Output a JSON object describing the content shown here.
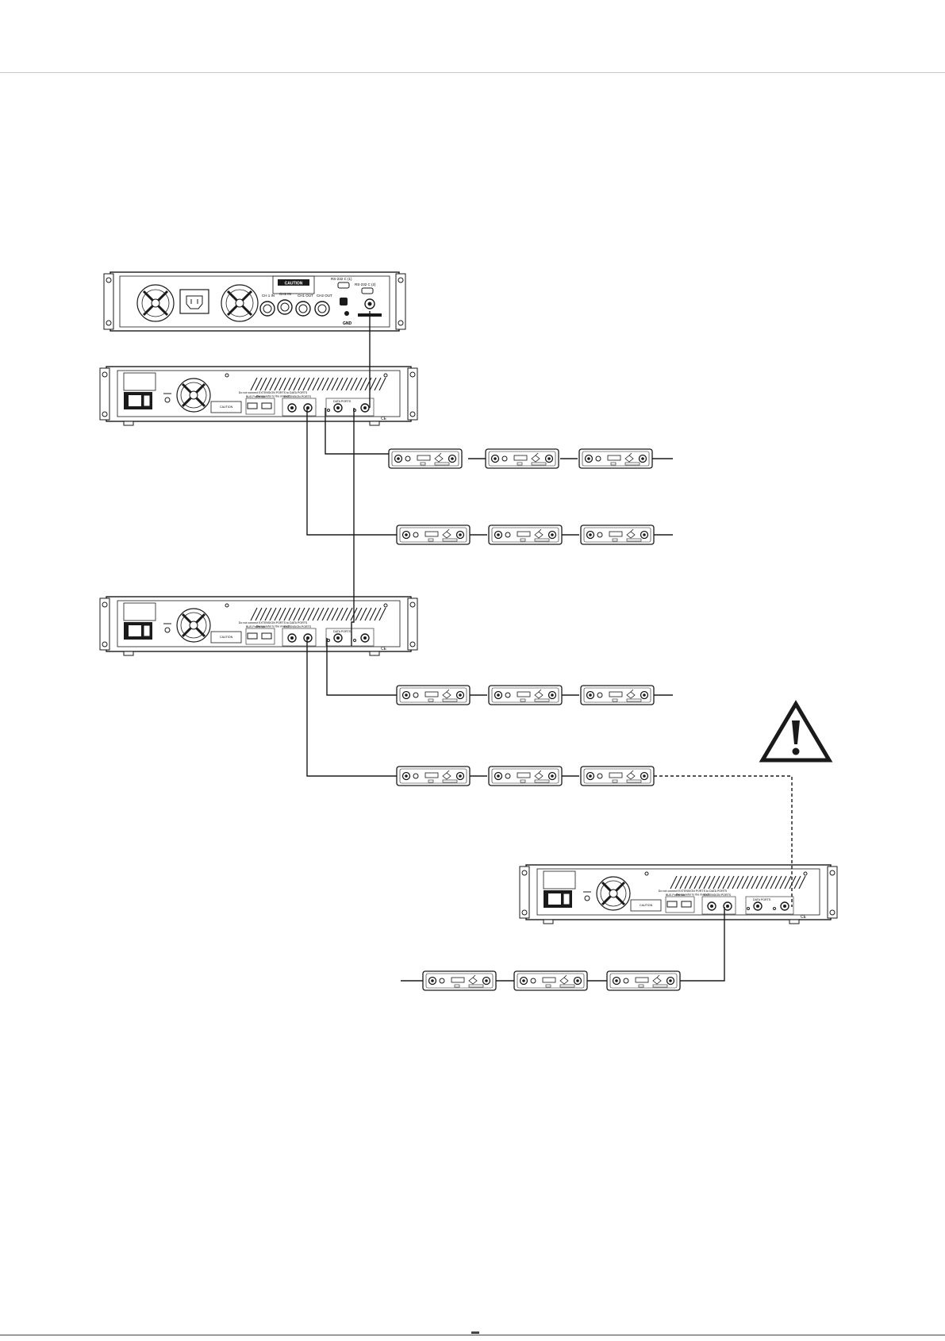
{
  "colors": {
    "line": "#1a1a1a",
    "rule": "#c8c8c8",
    "background": "#ffffff"
  },
  "controller": {
    "caution": "CAUTION",
    "rs232_1": "RS-232 C (1)",
    "rs232_2": "RS-232 C (2)",
    "ch1_in": "CH 1 IN",
    "ch2_in": "CH2 IN",
    "ch1_out": "CH1 OUT",
    "ch2_out": "CH2 OUT",
    "gnd": "GND"
  },
  "power_unit": {
    "notice_line1": "Do not connect EXTENSION PORTS to DATA PORTS",
    "notice_line2": "Please refer to the manual",
    "bus_power_out": "BUS Power out",
    "extension_ports": "EXTENSION PORTS",
    "data_ports": "DATA PORTS",
    "caution": "CAUTION",
    "ce_mark": "CE"
  },
  "icons": [
    "warning-triangle-icon",
    "fan-icon",
    "power-inlet-icon",
    "power-switch-icon",
    "xlr-connector-icon",
    "bnc-connector-icon"
  ]
}
